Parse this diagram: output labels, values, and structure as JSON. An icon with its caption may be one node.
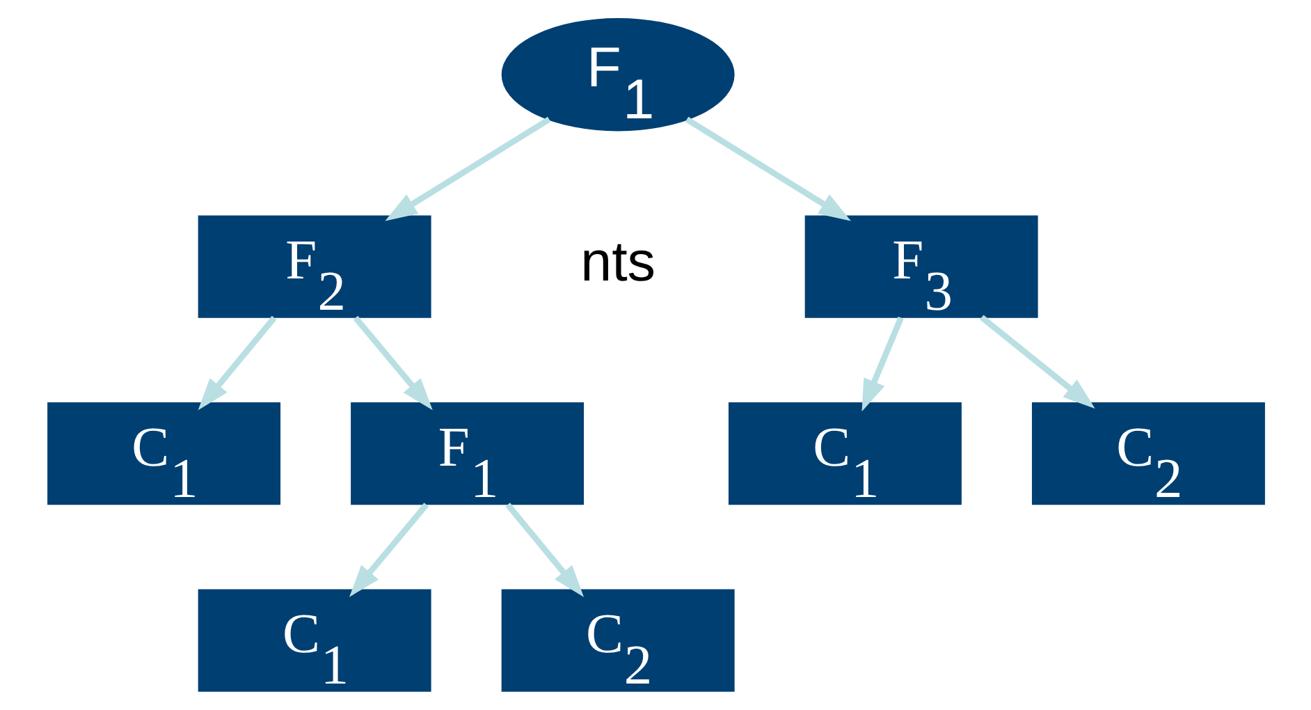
{
  "diagram": {
    "nodes": [
      {
        "text": [
          "F$_{1}$"
        ]
      },
      {
        "text": [
          "F$_{2}$"
        ]
      },
      {
        "text": [
          "F$_{3}$"
        ]
      },
      {
        "text": [
          "C$_{1}$"
        ]
      },
      {
        "text": [
          "F$_{1}$"
        ]
      },
      {
        "text": [
          "C$_{1}$"
        ]
      },
      {
        "text": [
          "C$_{2}$"
        ]
      },
      {
        "text": [
          "C$_{1}$"
        ]
      },
      {
        "text": [
          "C$_{2}$"
        ]
      }
    ],
    "edges": [
      {
        "from": 0,
        "to": 1,
        "arrow": "to"
      },
      {
        "from": 0,
        "to": 2,
        "arrow": "to"
      },
      {
        "from": 1,
        "to": 3,
        "arrow": "to"
      },
      {
        "from": 1,
        "to": 4,
        "arrow": "to"
      },
      {
        "from": 2,
        "to": 5,
        "arrow": "to"
      },
      {
        "from": 2,
        "to": 6,
        "arrow": "to"
      },
      {
        "from": 4,
        "to": 7,
        "arrow": "to"
      },
      {
        "from": 4,
        "to": 8,
        "arrow": "to"
      }
    ],
    "labels": [
      "nts"
    ]
  }
}
